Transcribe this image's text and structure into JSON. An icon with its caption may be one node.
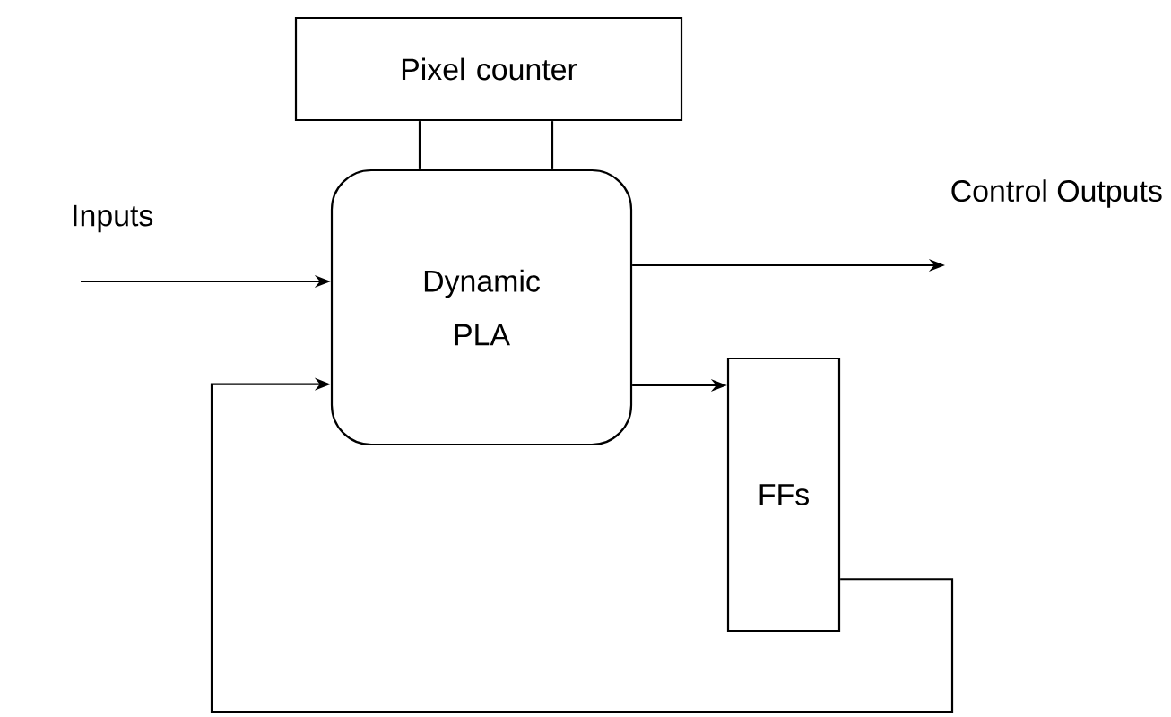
{
  "diagram": {
    "nodes": [
      {
        "text": [
          "Pixel counter"
        ]
      },
      {
        "text": [
          "Dynamic PLA"
        ]
      },
      {
        "text": [
          "FFs"
        ]
      }
    ],
    "edges": [
      {
        "from": 0,
        "to": 1,
        "arrow": "none"
      },
      {
        "from": 0,
        "to": 1,
        "arrow": "none"
      },
      {
        "from": null,
        "to": 1,
        "arrow": "to",
        "label": "Inputs"
      },
      {
        "from": 1,
        "to": null,
        "arrow": "to",
        "label": "Control Outputs"
      },
      {
        "from": 1,
        "to": 2,
        "arrow": "to"
      },
      {
        "from": 2,
        "to": 1,
        "arrow": "to"
      }
    ]
  }
}
